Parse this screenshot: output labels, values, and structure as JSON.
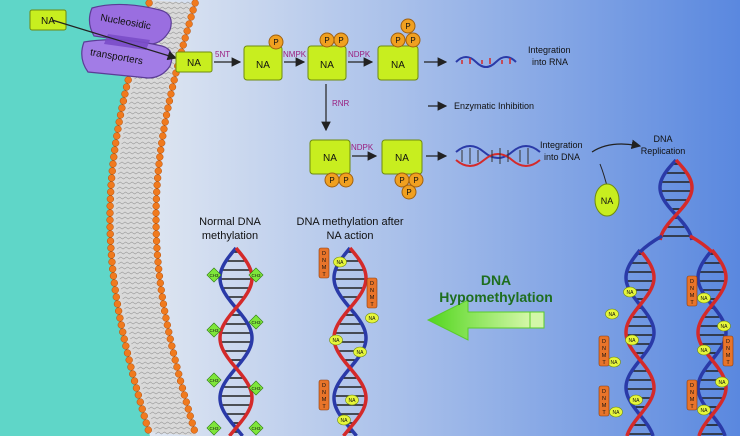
{
  "colors": {
    "outside_bg": "#5fd6c8",
    "cell_bg_left": "#dfe6ef",
    "cell_bg_right": "#5f8ee0",
    "membrane_bead": "#f07a1e",
    "membrane_body": "#cfcfcf",
    "na_box": "#c8ee1f",
    "phosphate": "#f0a020",
    "transporter": "#9a6ee0",
    "enzyme_text": "#9a2080",
    "hypomethylation_text": "#1e6e1e",
    "arrow_green": "#7ee63a",
    "strand_red": "#d42a2a",
    "strand_blue": "#2a3aa8",
    "dnmt": "#e8742a"
  },
  "labels": {
    "na": "NA",
    "p": "P",
    "transporter_top": "Nucleosidic",
    "transporter_bottom": "transporters",
    "enzyme_5nt": "5NT",
    "enzyme_nmpk": "NMPK",
    "enzyme_ndpk": "NDPK",
    "enzyme_ndpk2": "NDPK",
    "enzyme_rnr": "RNR",
    "integration_rna_1": "Integration",
    "integration_rna_2": "into RNA",
    "enzymatic_inhibition": "Enzymatic Inhibition",
    "integration_dna_1": "Integration",
    "integration_dna_2": "into DNA",
    "dna_replication_1": "DNA",
    "dna_replication_2": "Replication",
    "normal_methylation_1": "Normal DNA",
    "normal_methylation_2": "methylation",
    "after_methylation_1": "DNA methylation after",
    "after_methylation_2": "NA action",
    "hypo_1": "DNA",
    "hypo_2": "Hypomethylation",
    "ch3": "CH3",
    "dnmt": "DNMT"
  }
}
